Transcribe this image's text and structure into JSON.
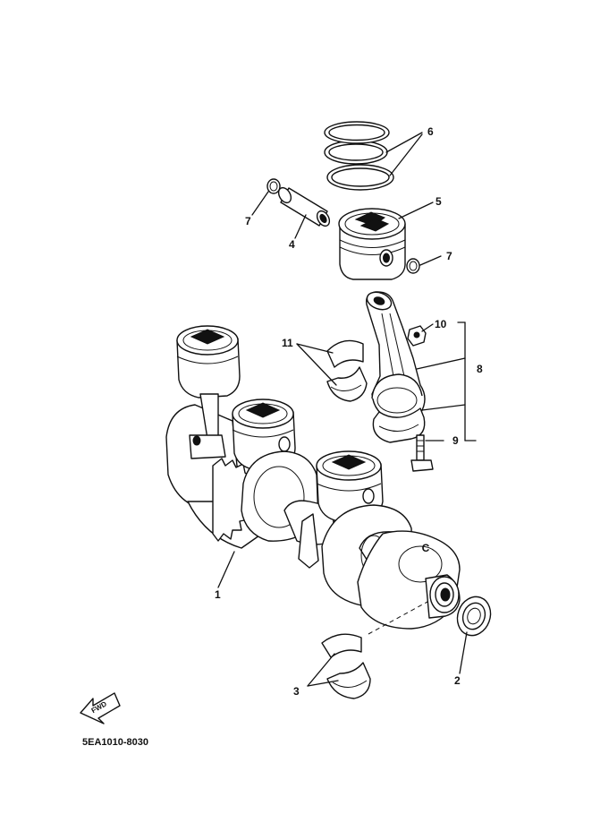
{
  "diagram_code": "5EA1010-8030",
  "fwd_label": "FWD",
  "crank_mark": "C",
  "callouts": [
    {
      "id": "1",
      "text": "1"
    },
    {
      "id": "2",
      "text": "2"
    },
    {
      "id": "3",
      "text": "3"
    },
    {
      "id": "4",
      "text": "4"
    },
    {
      "id": "5",
      "text": "5"
    },
    {
      "id": "6",
      "text": "6"
    },
    {
      "id": "7a",
      "text": "7"
    },
    {
      "id": "7b",
      "text": "7"
    },
    {
      "id": "8",
      "text": "8"
    },
    {
      "id": "9",
      "text": "9"
    },
    {
      "id": "10",
      "text": "10"
    },
    {
      "id": "11",
      "text": "11"
    }
  ]
}
